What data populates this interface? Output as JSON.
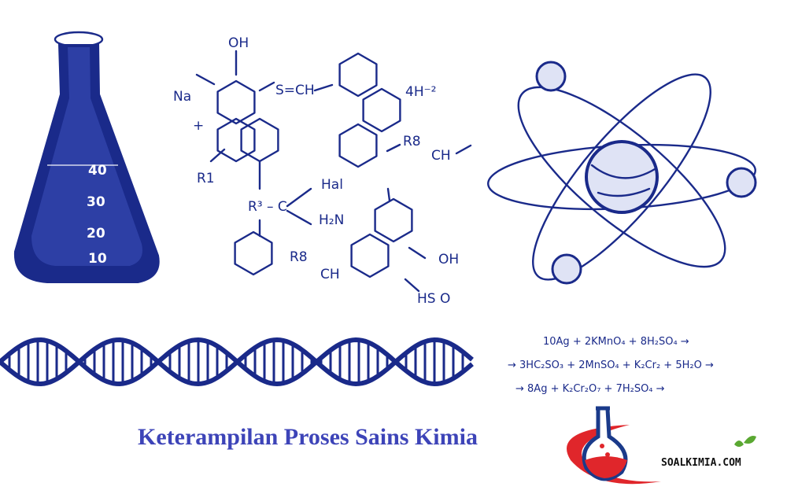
{
  "flask": {
    "graduations": [
      "40",
      "30",
      "20",
      "10"
    ]
  },
  "molecule_labels": {
    "oh_top": "OH",
    "na": "Na",
    "plus": "+",
    "s_ch": "S=CH",
    "four_h": "4H⁻²",
    "r1": "R1",
    "r8_top": "R8",
    "ch_top": "CH",
    "hal": "Hal",
    "r3c": "R³ – C",
    "h2n": "H₂N",
    "r8_bottom": "R8",
    "ch_bottom": "CH",
    "oh_bottom": "OH",
    "hso": "HS O"
  },
  "equations": [
    "10Ag + 2KMnO₄ + 8H₂SO₄ →",
    "→ 3HC₂SO₃ + 2MnSO₄ + K₂Cr₂ + 5H₂O →",
    "→ 8Ag + K₂Cr₂O₇ + 7H₂SO₄ →"
  ],
  "title": "Keterampilan Proses Sains Kimia",
  "brand": {
    "name": "SOALKIMIA.COM"
  },
  "colors": {
    "ink": "#1a2a8a",
    "title": "#3d44b8",
    "logo_red": "#e0262b",
    "logo_green": "#5aa832"
  }
}
